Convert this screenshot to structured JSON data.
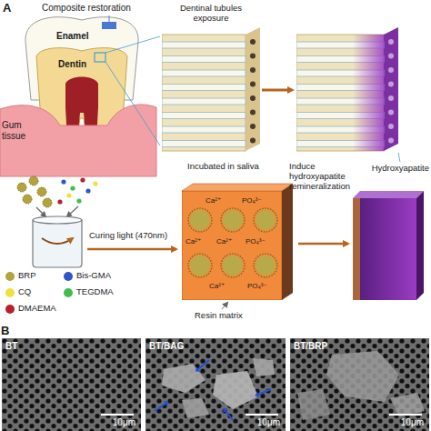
{
  "diagram": {
    "nodes": [
      {
        "text": [
          "Dentinal tubules exposure"
        ]
      },
      {
        "text": [
          "Hydroxyapatite"
        ]
      },
      {
        "text": [
          "Ca²⁺",
          "PO₄³⁻",
          "Ca²⁺",
          "Ca²⁺",
          "PO₄³⁻",
          "Ca²⁺",
          "PO₄³⁻"
        ]
      },
      {
        "text": [
          "BT",
          "10μm"
        ]
      },
      {
        "text": [
          "BT/BAG",
          "10μm"
        ]
      },
      {
        "text": [
          "BT/BRP",
          "10μm"
        ]
      }
    ],
    "edges": [
      {
        "from": 0,
        "to": 1,
        "arrow": "to"
      }
    ],
    "labels": [
      "A",
      "Composite restoration",
      "Enamel",
      "Dentin",
      "Gum tissue",
      "Incubated in saliva",
      "Induce hydroxyapatite remineralization",
      "Curing light (470nm)",
      "Resin matrix",
      "B"
    ],
    "legend": [
      {
        "text": "BRP",
        "color": "#b3a33c"
      },
      {
        "text": "Bis-GMA",
        "color": "#2f56c8"
      },
      {
        "text": "CQ",
        "color": "#f0e040"
      },
      {
        "text": "TEGDMA",
        "color": "#3fbf4a"
      },
      {
        "text": "DMAEMA",
        "color": "#b8202c"
      }
    ]
  }
}
